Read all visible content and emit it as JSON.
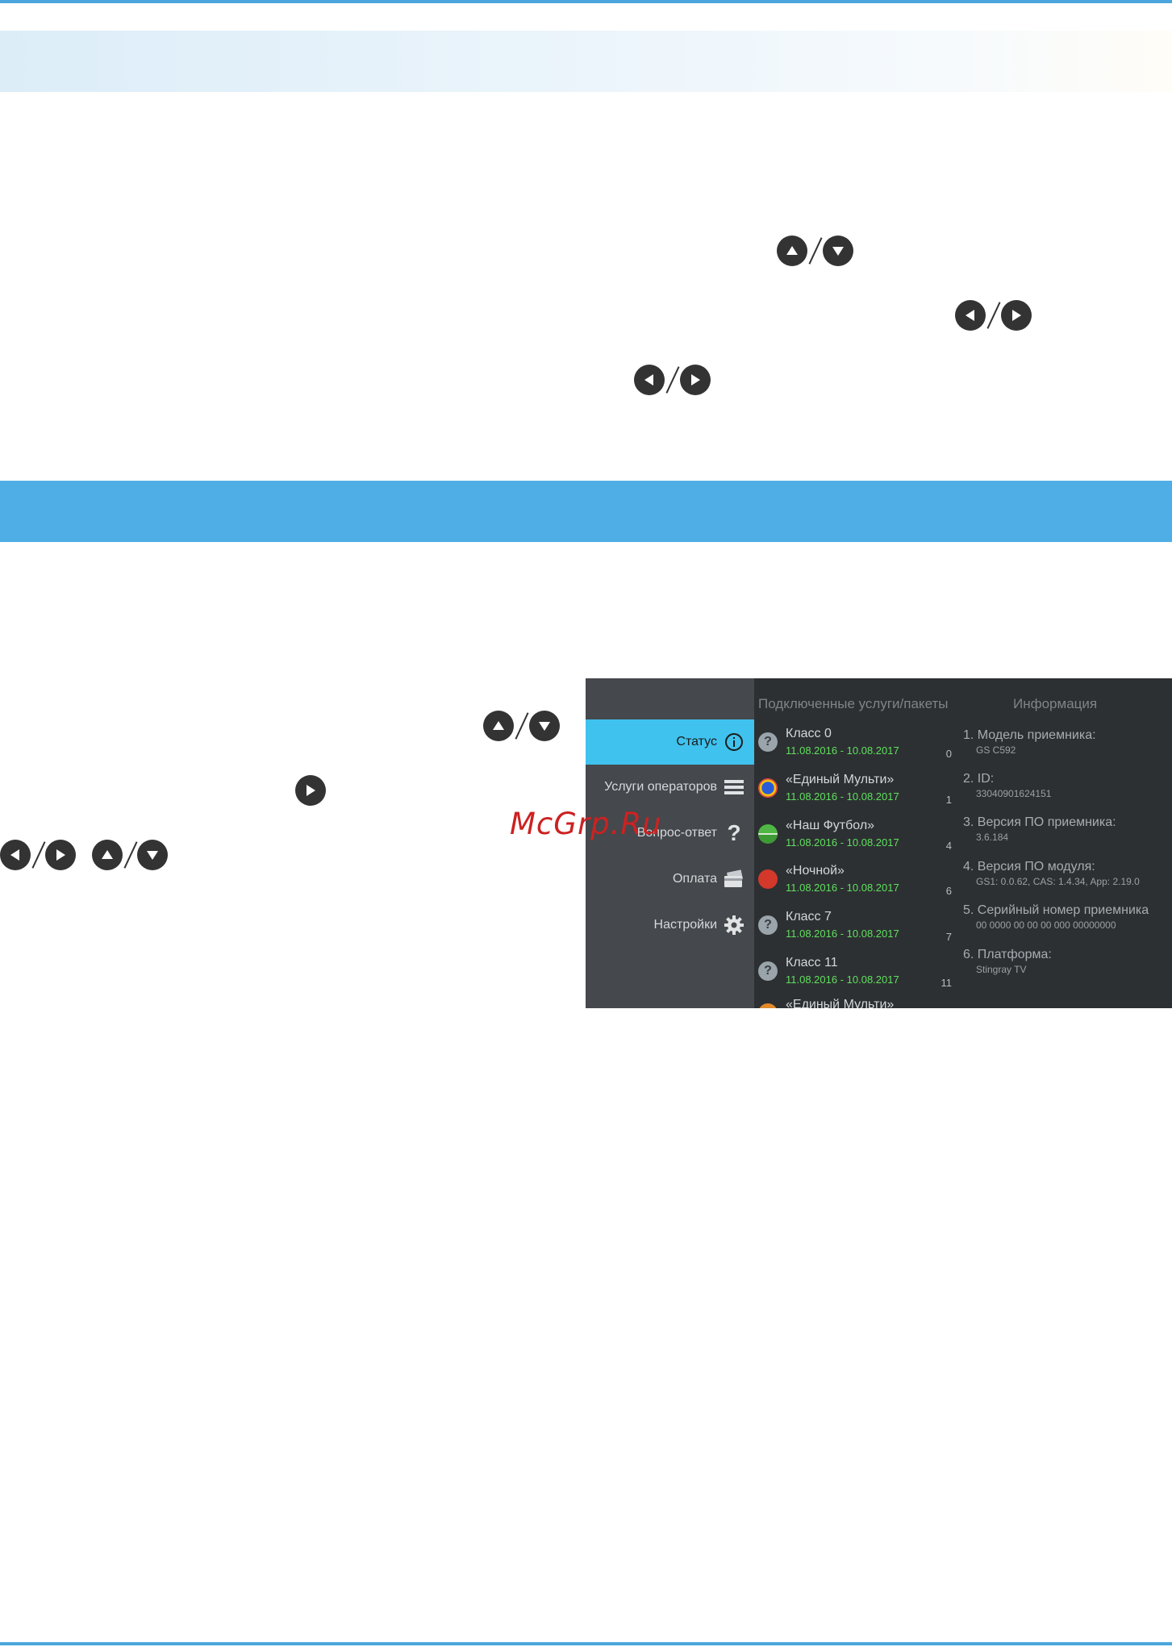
{
  "watermark": "McGrp.Ru",
  "tv": {
    "menu": [
      {
        "label": "Статус",
        "icon": "info-icon",
        "active": true
      },
      {
        "label": "Услуги операторов",
        "icon": "list-icon"
      },
      {
        "label": "Вопрос-ответ",
        "icon": "question-icon"
      },
      {
        "label": "Оплата",
        "icon": "payment-card-icon"
      },
      {
        "label": "Настройки",
        "icon": "gear-icon"
      }
    ],
    "services_header": "Подключенные услуги/пакеты",
    "info_header": "Информация",
    "services": [
      {
        "name": "Класс 0",
        "dates": "11.08.2016 - 10.08.2017",
        "num": "0",
        "icon": "question-icon"
      },
      {
        "name": "«Единый Мульти»",
        "dates": "11.08.2016 - 10.08.2017",
        "num": "1",
        "icon": "channel-logo-icon"
      },
      {
        "name": "«Наш Футбол»",
        "dates": "11.08.2016 - 10.08.2017",
        "num": "4",
        "icon": "channel-logo-icon"
      },
      {
        "name": "«Ночной»",
        "dates": "11.08.2016 - 10.08.2017",
        "num": "6",
        "icon": "channel-logo-icon"
      },
      {
        "name": "Класс 7",
        "dates": "11.08.2016 - 10.08.2017",
        "num": "7",
        "icon": "question-icon"
      },
      {
        "name": "Класс 11",
        "dates": "11.08.2016 - 10.08.2017",
        "num": "11",
        "icon": "question-icon"
      },
      {
        "name": "«Единый Мульти»",
        "icon": "channel-logo-icon"
      }
    ],
    "info": [
      {
        "title": "1. Модель приемника:",
        "value": "GS C592"
      },
      {
        "title": "2. ID:",
        "value": "33040901624151"
      },
      {
        "title": "3. Версия ПО приемника:",
        "value": "3.6.184"
      },
      {
        "title": "4. Версия ПО модуля:",
        "value": "GS1: 0.0.62, CAS: 1.4.34, App: 2.19.0"
      },
      {
        "title": "5. Серийный номер приемника",
        "value": "00 0000 00 00 00 000 00000000"
      },
      {
        "title": "6. Платформа:",
        "value": "Stingray TV"
      }
    ],
    "colors": {
      "accent": "#3fc2ee",
      "date": "#5fe05f",
      "band": "#4faee6"
    }
  }
}
